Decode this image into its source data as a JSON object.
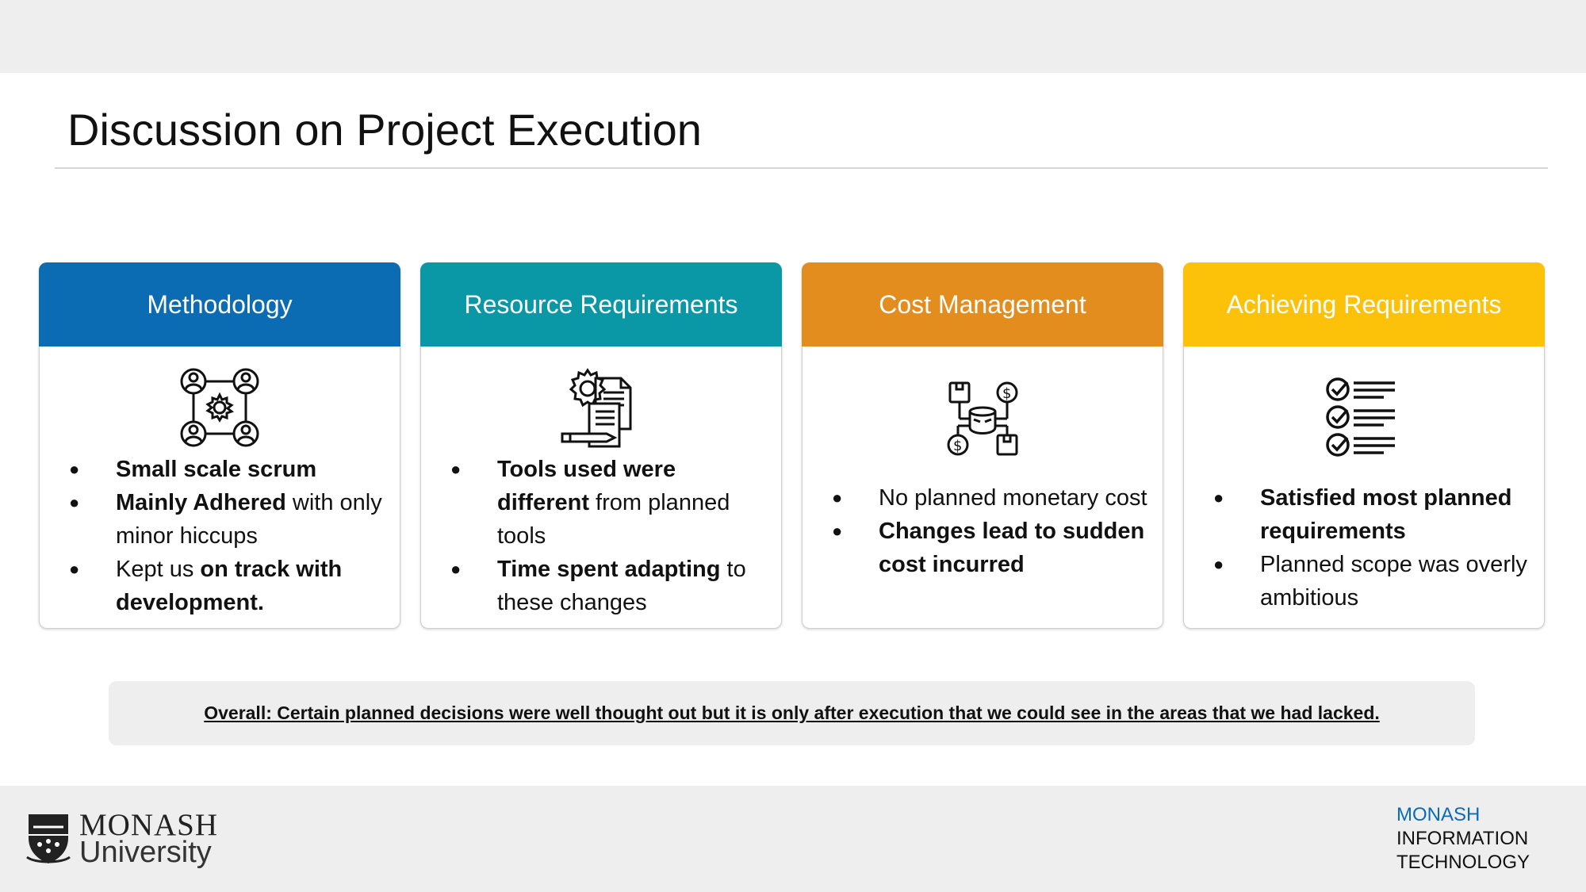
{
  "title": "Discussion on Project Execution",
  "cards": [
    {
      "heading": "Methodology",
      "color": "#0b6cb3",
      "icon": "team-gear-icon",
      "bullets": [
        {
          "bold": "Small scale scrum",
          "rest": ""
        },
        {
          "bold": "Mainly Adhered",
          "rest": " with only minor hiccups"
        },
        {
          "pre": "Kept us ",
          "bold": "on track with development."
        }
      ]
    },
    {
      "heading": "Resource Requirements",
      "color": "#0a98a6",
      "icon": "documents-gear-pencil-icon",
      "bullets": [
        {
          "bold": "Tools used were different",
          "rest": " from planned tools"
        },
        {
          "bold": "Time spent adapting",
          "rest": " to these changes"
        }
      ]
    },
    {
      "heading": "Cost Management",
      "color": "#e38d1f",
      "icon": "cost-flow-icon",
      "bullets": [
        {
          "bold": "",
          "rest": "No planned monetary cost"
        },
        {
          "bold": "Changes lead to sudden cost incurred",
          "rest": ""
        }
      ]
    },
    {
      "heading": "Achieving Requirements",
      "color": "#fcc20a",
      "icon": "checklist-icon",
      "bullets": [
        {
          "bold": "Satisfied most planned requirements",
          "rest": ""
        },
        {
          "bold": "",
          "rest": "Planned scope was overly ambitious"
        }
      ]
    }
  ],
  "summary": "Overall: Certain planned decisions were well thought out but it is only after execution that we could see in the areas that we had lacked.",
  "footer": {
    "logo_line1": "MONASH",
    "logo_line2": "University",
    "faculty": [
      "MONASH",
      "INFORMATION",
      "TECHNOLOGY"
    ],
    "faculty_colors": [
      "#0b6cb3",
      "#111111",
      "#111111"
    ]
  }
}
